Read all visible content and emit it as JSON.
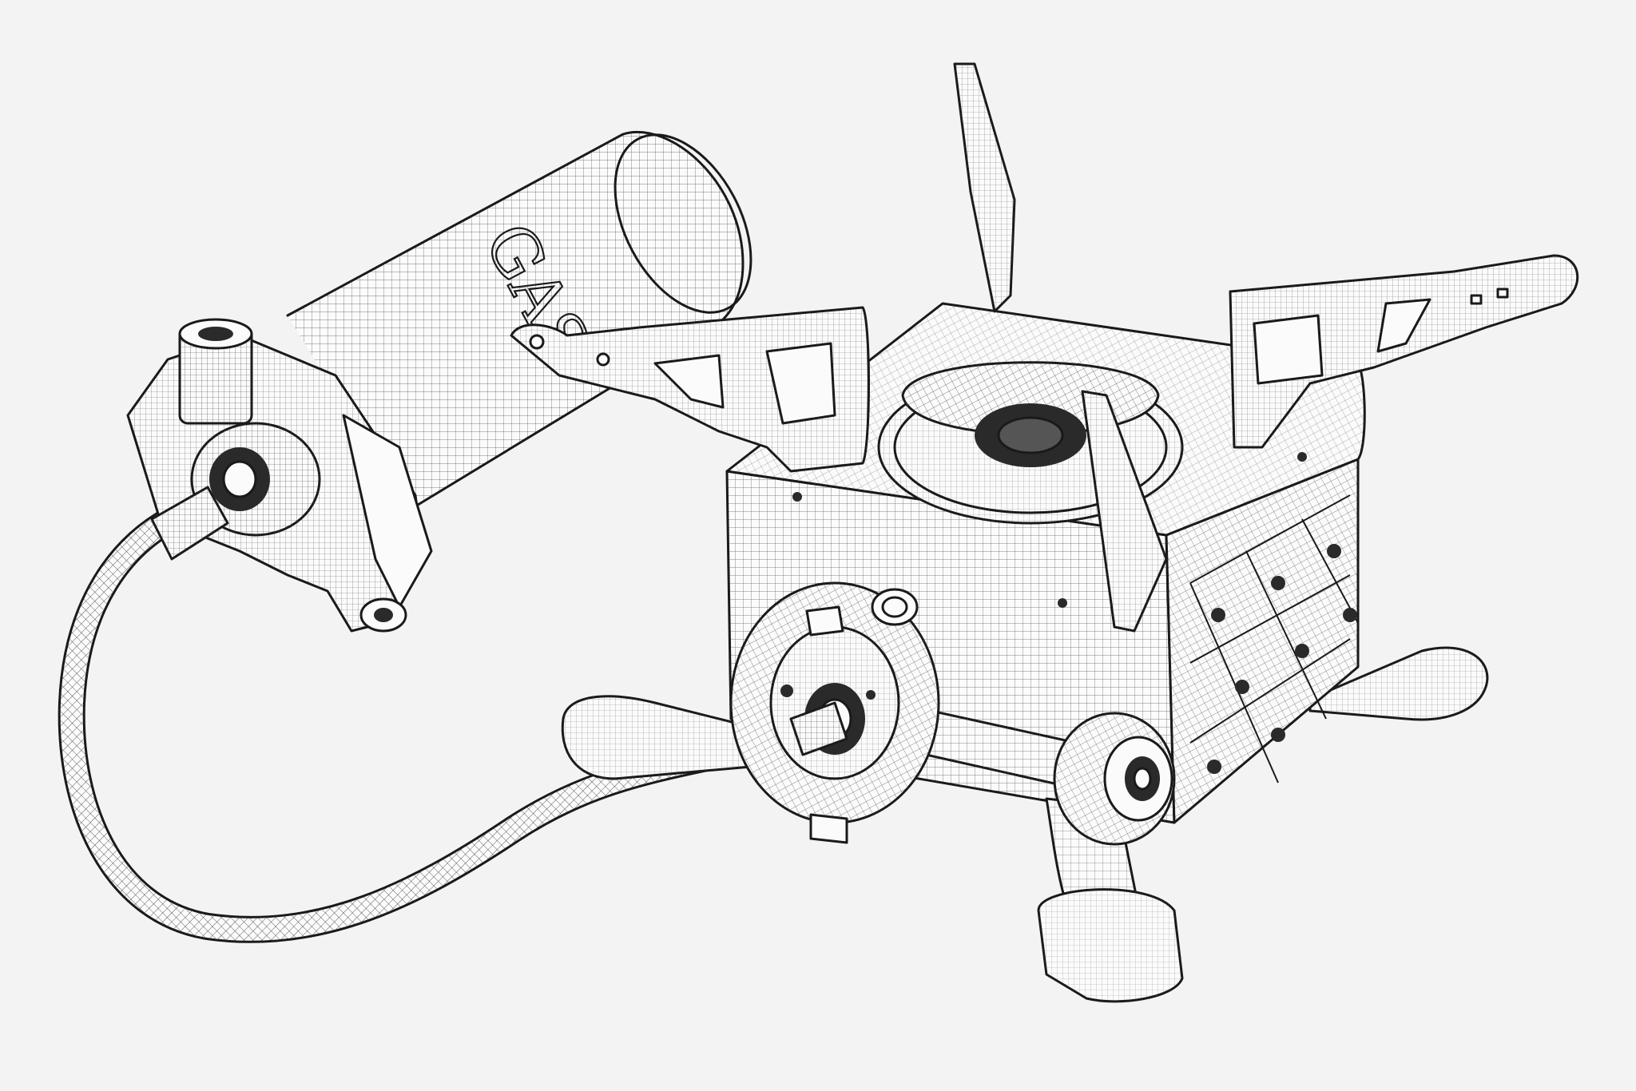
{
  "canister": {
    "label_text": "GAS"
  },
  "colors": {
    "background": "#f3f3f3",
    "line": "#1a1a1a",
    "surface": "#fbfbfb"
  },
  "icons": {
    "stove": "wireframe-camping-gas-stove",
    "canister": "gas-canister",
    "hose": "braided-gas-hose",
    "knob": "valve-control-knob"
  }
}
